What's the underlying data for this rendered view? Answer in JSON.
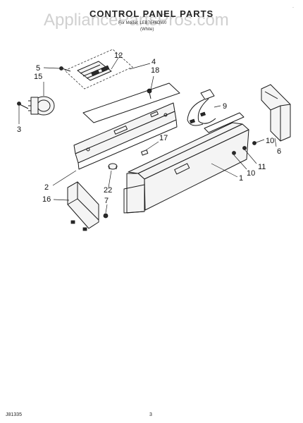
{
  "header": {
    "title": "CONTROL PANEL PARTS",
    "subtitle_model": "For Model: LEB7646DW0",
    "subtitle_color": "(White)",
    "watermark": "AppliancePartsPros.com",
    "corner_mark": "·"
  },
  "callouts": {
    "p2": "2",
    "p3": "3",
    "p4": "4",
    "p5": "5",
    "p6": "6",
    "p7": "7",
    "p9": "9",
    "p10a": "10",
    "p10b": "10",
    "p11": "11",
    "p12": "12",
    "p15": "15",
    "p16": "16",
    "p17": "17",
    "p18": "18",
    "p22": "22",
    "p1": "1"
  },
  "footer": {
    "doc_code": "J81335",
    "page_number": "3"
  }
}
